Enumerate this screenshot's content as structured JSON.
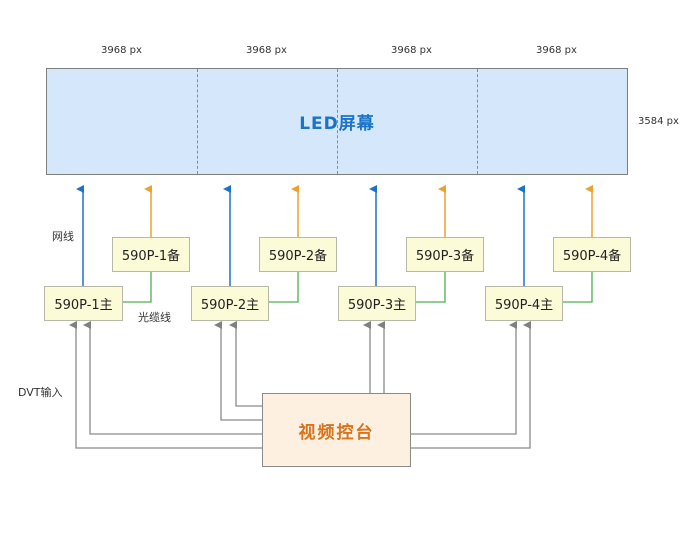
{
  "diagram": {
    "screen": {
      "title": "LED屏幕",
      "segment_widths": [
        "3968 px",
        "3968 px",
        "3968 px",
        "3968 px"
      ],
      "height_label": "3584 px"
    },
    "main_units": [
      "590P-1主",
      "590P-2主",
      "590P-3主",
      "590P-4主"
    ],
    "backup_units": [
      "590P-1备",
      "590P-2备",
      "590P-3备",
      "590P-4备"
    ],
    "console": "视频控台",
    "labels": {
      "network_cable": "网线",
      "fiber_cable": "光缆线",
      "dvi_input": "DVT输入"
    },
    "colors": {
      "network_line": "#1a73c8",
      "backup_line": "#f0a030",
      "fiber_line": "#4caf50",
      "input_line": "#8a8a8a",
      "screen_fill": "#d5e8fb",
      "unit_fill": "#fcfbd8",
      "console_fill": "#fdf0e0",
      "console_text": "#d9731c"
    }
  }
}
